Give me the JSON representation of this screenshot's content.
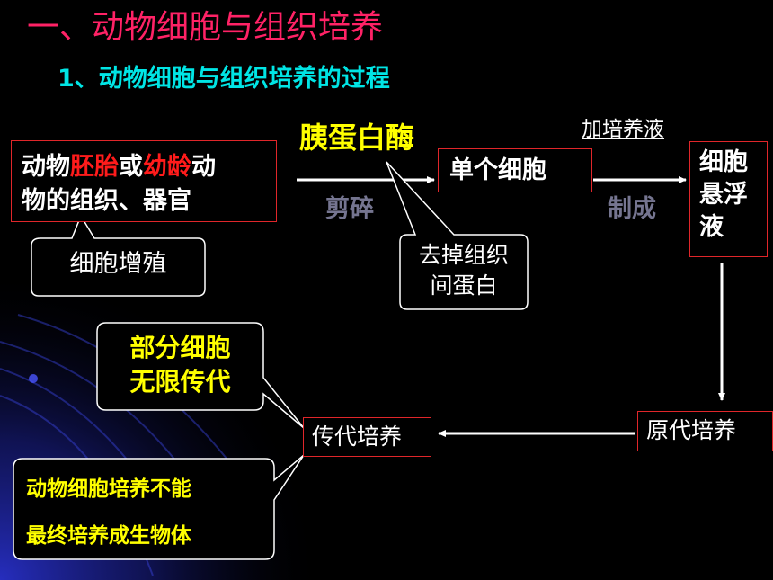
{
  "title": "一、动物细胞与组织培养",
  "subtitle": "1、动物细胞与组织培养的过程",
  "colors": {
    "background": "#000000",
    "title": "#ff2266",
    "subtitle": "#00e5e5",
    "highlight_red": "#ff1b1b",
    "highlight_yellow": "#ffff00",
    "step_label": "#757590",
    "box_border": "#e0262a"
  },
  "flow": {
    "source_box": {
      "part1": "动物",
      "highlight1": "胚胎",
      "part2": "或",
      "highlight2": "幼龄",
      "part3": "动",
      "line2": "物的组织、器官"
    },
    "enzyme_label": "胰蛋白酶",
    "mince_label": "剪碎",
    "single_cell_box": "单个细胞",
    "add_medium_label": "加培养液",
    "make_label": "制成",
    "suspension_box": {
      "line1": "细胞",
      "line2": "悬浮",
      "line3": "液"
    },
    "primary_culture_box": "原代培养",
    "passage_culture_box": "传代培养"
  },
  "callouts": {
    "cell_proliferation": "细胞增殖",
    "remove_protein": {
      "line1": "去掉组织",
      "line2": "间蛋白"
    },
    "partial_cells": {
      "line1": "部分细胞",
      "line2": "无限传代"
    },
    "culture_limit": {
      "line1": "动物细胞培养不能",
      "line2": "最终培养成生物体"
    }
  }
}
